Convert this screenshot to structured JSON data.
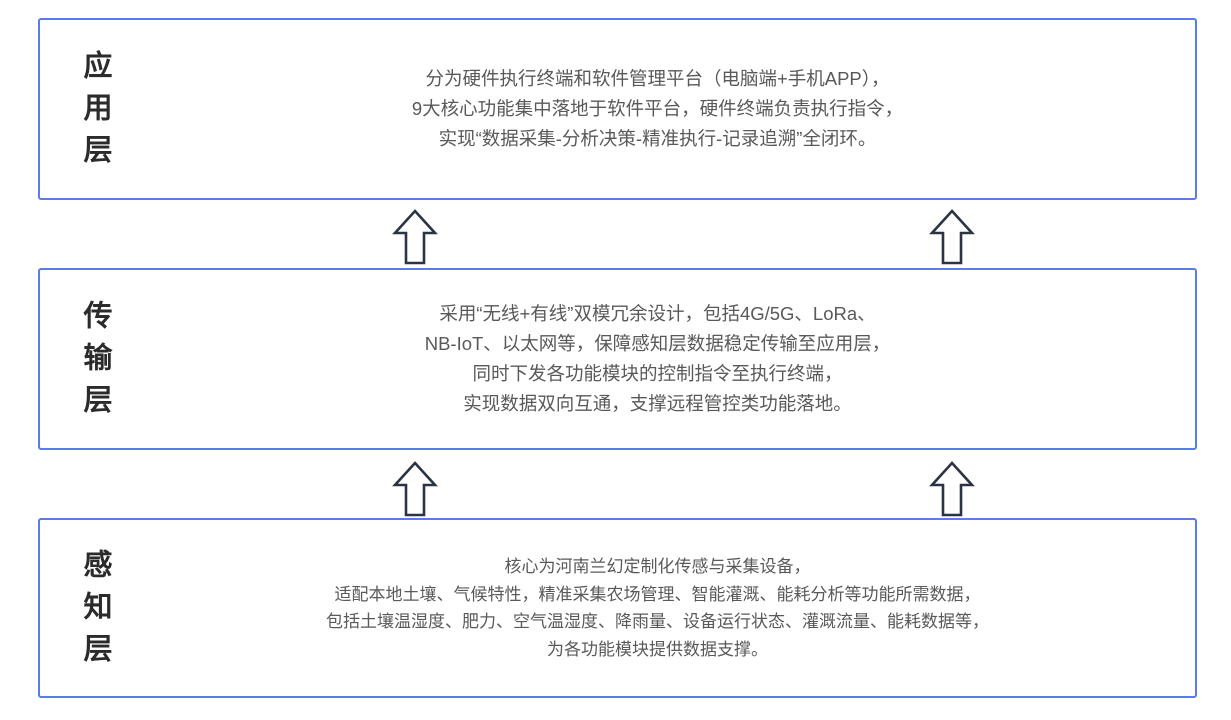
{
  "diagram": {
    "type": "layered-architecture",
    "orientation": "bottom-up",
    "accent_color": "#5b7ce8",
    "text_color": "#595959",
    "label_color": "#2b2b2b",
    "arrow_stroke_color": "#2b3444",
    "arrow_fill_color": "#ffffff",
    "background_color": "#ffffff"
  },
  "layers": [
    {
      "id": "application",
      "label": "应\n用\n层",
      "label_plain": "应用层",
      "body": "分为硬件执行终端和软件管理平台（电脑端+手机APP），\n9大核心功能集中落地于软件平台，硬件终端负责执行指令，\n实现“数据采集-分析决策-精准执行-记录追溯”全闭环。"
    },
    {
      "id": "transport",
      "label": "传\n输\n层",
      "label_plain": "传输层",
      "body": "采用“无线+有线”双模冗余设计，包括4G/5G、LoRa、\nNB-IoT、以太网等，保障感知层数据稳定传输至应用层，\n同时下发各功能模块的控制指令至执行终端，\n实现数据双向互通，支撑远程管控类功能落地。"
    },
    {
      "id": "perception",
      "label": "感\n知\n层",
      "label_plain": "感知层",
      "body": "核心为河南兰幻定制化传感与采集设备，\n适配本地土壤、气候特性，精准采集农场管理、智能灌溉、能耗分析等功能所需数据，\n包括土壤温湿度、肥力、空气温湿度、降雨量、设备运行状态、灌溉流量、能耗数据等，\n为各功能模块提供数据支撑。"
    }
  ],
  "arrows": [
    {
      "id": "perception-to-transport-left",
      "icon": "arrow-up-icon",
      "from": "perception",
      "to": "transport"
    },
    {
      "id": "perception-to-transport-right",
      "icon": "arrow-up-icon",
      "from": "perception",
      "to": "transport"
    },
    {
      "id": "transport-to-application-left",
      "icon": "arrow-up-icon",
      "from": "transport",
      "to": "application"
    },
    {
      "id": "transport-to-application-right",
      "icon": "arrow-up-icon",
      "from": "transport",
      "to": "application"
    }
  ]
}
